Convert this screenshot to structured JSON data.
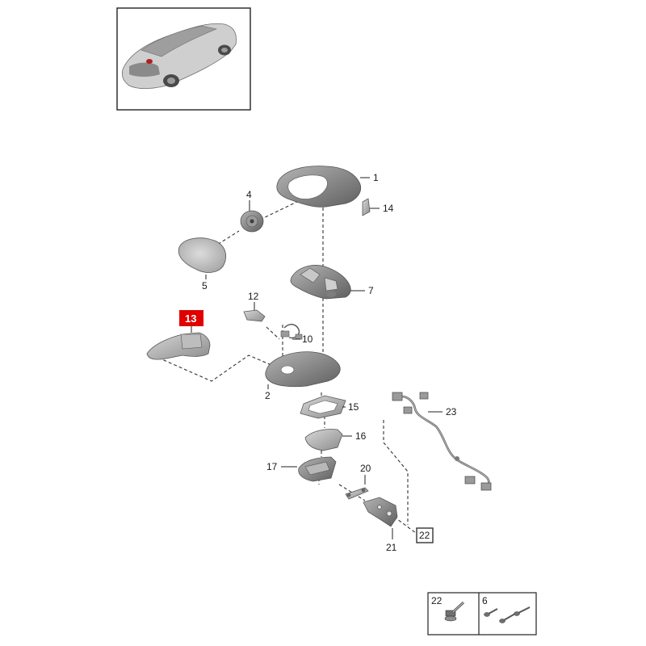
{
  "highlight_color": "#e00000",
  "callouts": {
    "c1": "1",
    "c2": "2",
    "c4": "4",
    "c5": "5",
    "c7": "7",
    "c10": "10",
    "c12": "12",
    "c13": "13",
    "c14": "14",
    "c15": "15",
    "c16": "16",
    "c17": "17",
    "c20": "20",
    "c21": "21",
    "c22": "22",
    "c23": "23"
  },
  "ref_box": {
    "label": "22"
  },
  "legend": {
    "left_label": "22",
    "right_label": "6"
  }
}
